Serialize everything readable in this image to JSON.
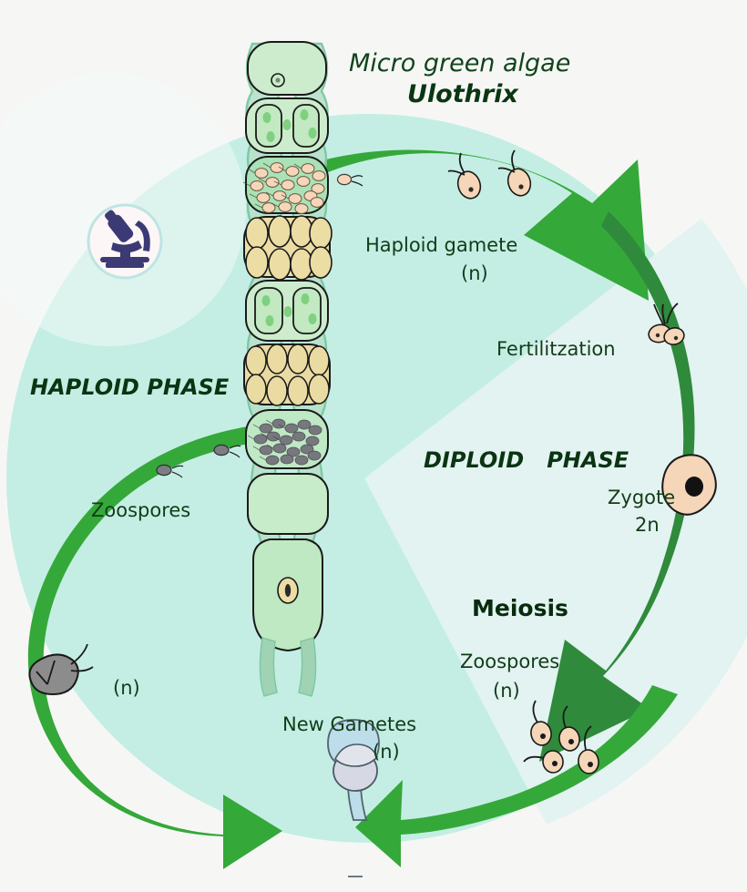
{
  "diagram": {
    "organism_title_line1": "Micro green algae",
    "organism_title_line2": "Ulothrix",
    "type": "life-cycle-diagram"
  },
  "labels": {
    "haploid_phase": "HAPLOID PHASE",
    "diploid_phase": "DIPLOID   PHASE",
    "haploid_gamete": "Haploid gamete",
    "haploid_gamete_n": "(n)",
    "fertilization": "Fertilitzation",
    "zygote": "Zygote",
    "zygote_2n": "2n",
    "meiosis": "Meiosis",
    "zoospores_right": "Zoospores",
    "zoospores_right_n": "(n)",
    "zoospores_left": "Zoospores",
    "zoospore_left_n": "(n)",
    "new_gametes": "New Gametes",
    "new_gametes_n": "(n)"
  },
  "icons": {
    "microscope": "microscope-icon"
  },
  "colors": {
    "page_background": "#f6f7f5",
    "haploid_background": "#c3edE3",
    "diploid_background": "#e1f2f0",
    "arrow_bright_green": "#34a839",
    "arrow_dark_green": "#2e8a3b",
    "text_dark_green": "#0d3b15",
    "cell_green_light": "#c8ecc8",
    "cell_green_mid": "#a9e2b6",
    "gamete_peach": "#f6d6b8",
    "zoospore_gray": "#7d7d7d",
    "nucleus_tan": "#e8dca0",
    "gametangium_blue": "#bcdcea",
    "microscope_navy": "#3b3a75"
  },
  "structures": {
    "filament_cells": [
      {
        "name": "vegetative-cell-top",
        "fill": "#cdeccd"
      },
      {
        "name": "dividing-cell",
        "fill": "#cdeccd"
      },
      {
        "name": "gamete-releasing-cell",
        "fill": "#a9e2b6"
      },
      {
        "name": "gametangium-packed-cell",
        "fill": "#ecdda4"
      },
      {
        "name": "vegetative-cell-mid",
        "fill": "#cdeccd"
      },
      {
        "name": "sporangium-packed-cell",
        "fill": "#e9dba2"
      },
      {
        "name": "zoospore-releasing-cell",
        "fill": "#bfe8c4"
      },
      {
        "name": "vegetative-cell-lower",
        "fill": "#c6ecc9"
      },
      {
        "name": "holdfast-basal-cell",
        "fill": "#bfe9c2"
      }
    ],
    "free_cells": [
      {
        "name": "haploid-gametes-top",
        "count": 2,
        "fill": "#f6d6b8"
      },
      {
        "name": "fusing-gametes",
        "count": 1,
        "fill": "#f6d6b8"
      },
      {
        "name": "zygote",
        "count": 1,
        "fill": "#f6d6b8"
      },
      {
        "name": "meiotic-zoospores",
        "count": 4,
        "fill": "#f6d6b8"
      },
      {
        "name": "swimming-zoospores-left",
        "count": 3,
        "fill": "#7d7d7d"
      },
      {
        "name": "new-gametangium",
        "count": 1,
        "fill": "#bcdcea"
      }
    ]
  }
}
